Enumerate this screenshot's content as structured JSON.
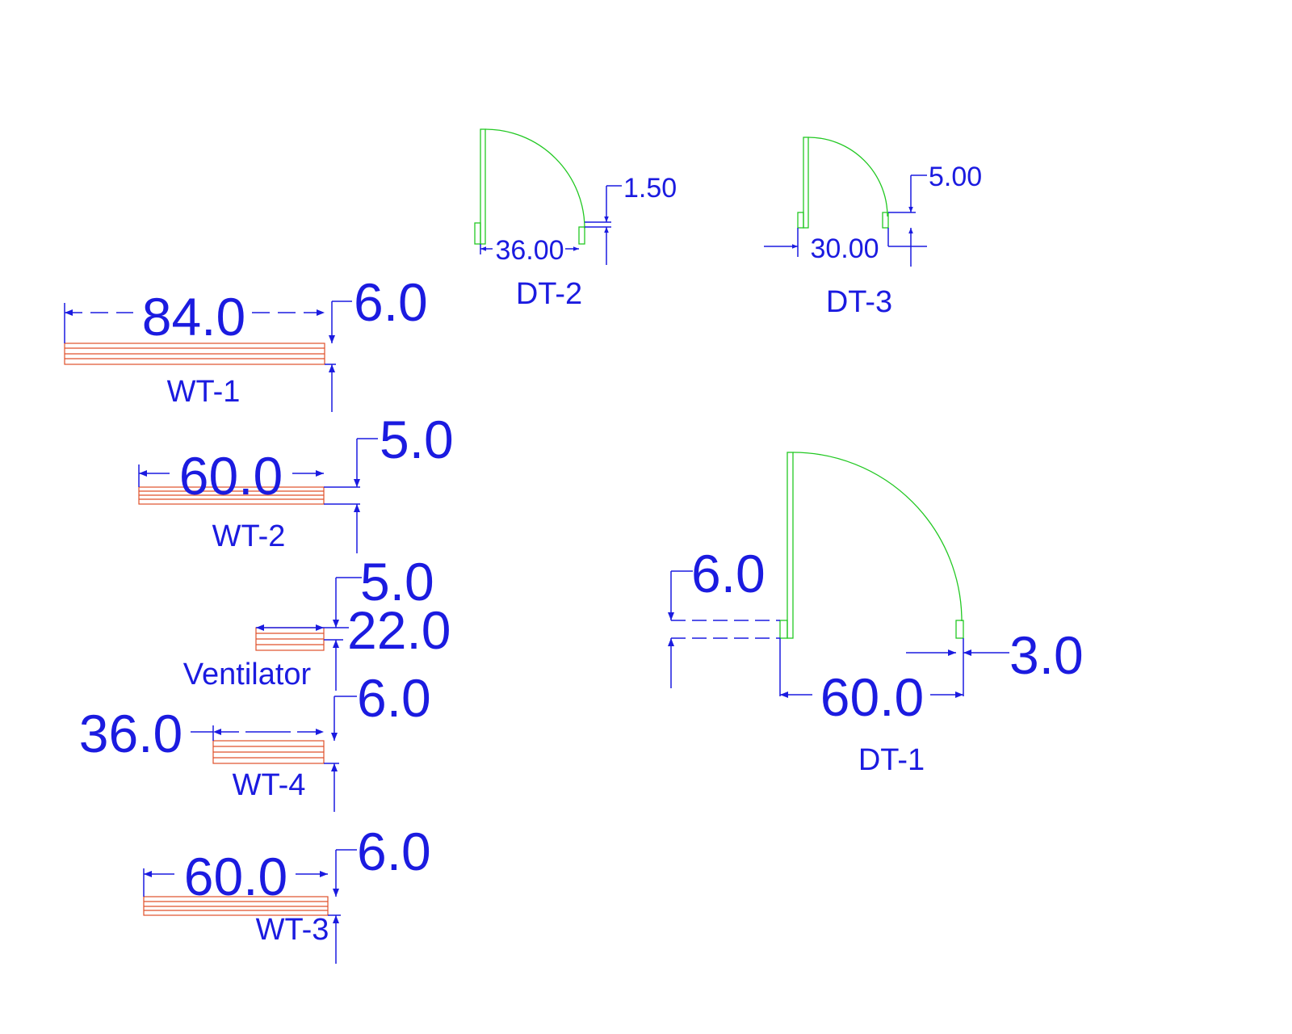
{
  "colors": {
    "dimension": "#1b1be0",
    "door": "#22c822",
    "window": "#e0502a",
    "background": "#ffffff"
  },
  "windows": {
    "wt1": {
      "label": "WT-1",
      "width": "84.0",
      "thickness": "6.0"
    },
    "wt2": {
      "label": "WT-2",
      "width": "60.0",
      "thickness": "5.0"
    },
    "ventilator": {
      "label": "Ventilator",
      "width": "22.0",
      "thickness": "5.0"
    },
    "wt4": {
      "label": "WT-4",
      "width": "36.0",
      "thickness": "6.0"
    },
    "wt3": {
      "label": "WT-3",
      "width": "60.0",
      "thickness": "6.0"
    }
  },
  "doors": {
    "dt2": {
      "label": "DT-2",
      "width": "36.00",
      "frame": "1.50"
    },
    "dt3": {
      "label": "DT-3",
      "width": "30.00",
      "frame": "5.00"
    },
    "dt1": {
      "label": "DT-1",
      "width": "60.0",
      "wall": "6.0",
      "frame": "3.0"
    }
  }
}
